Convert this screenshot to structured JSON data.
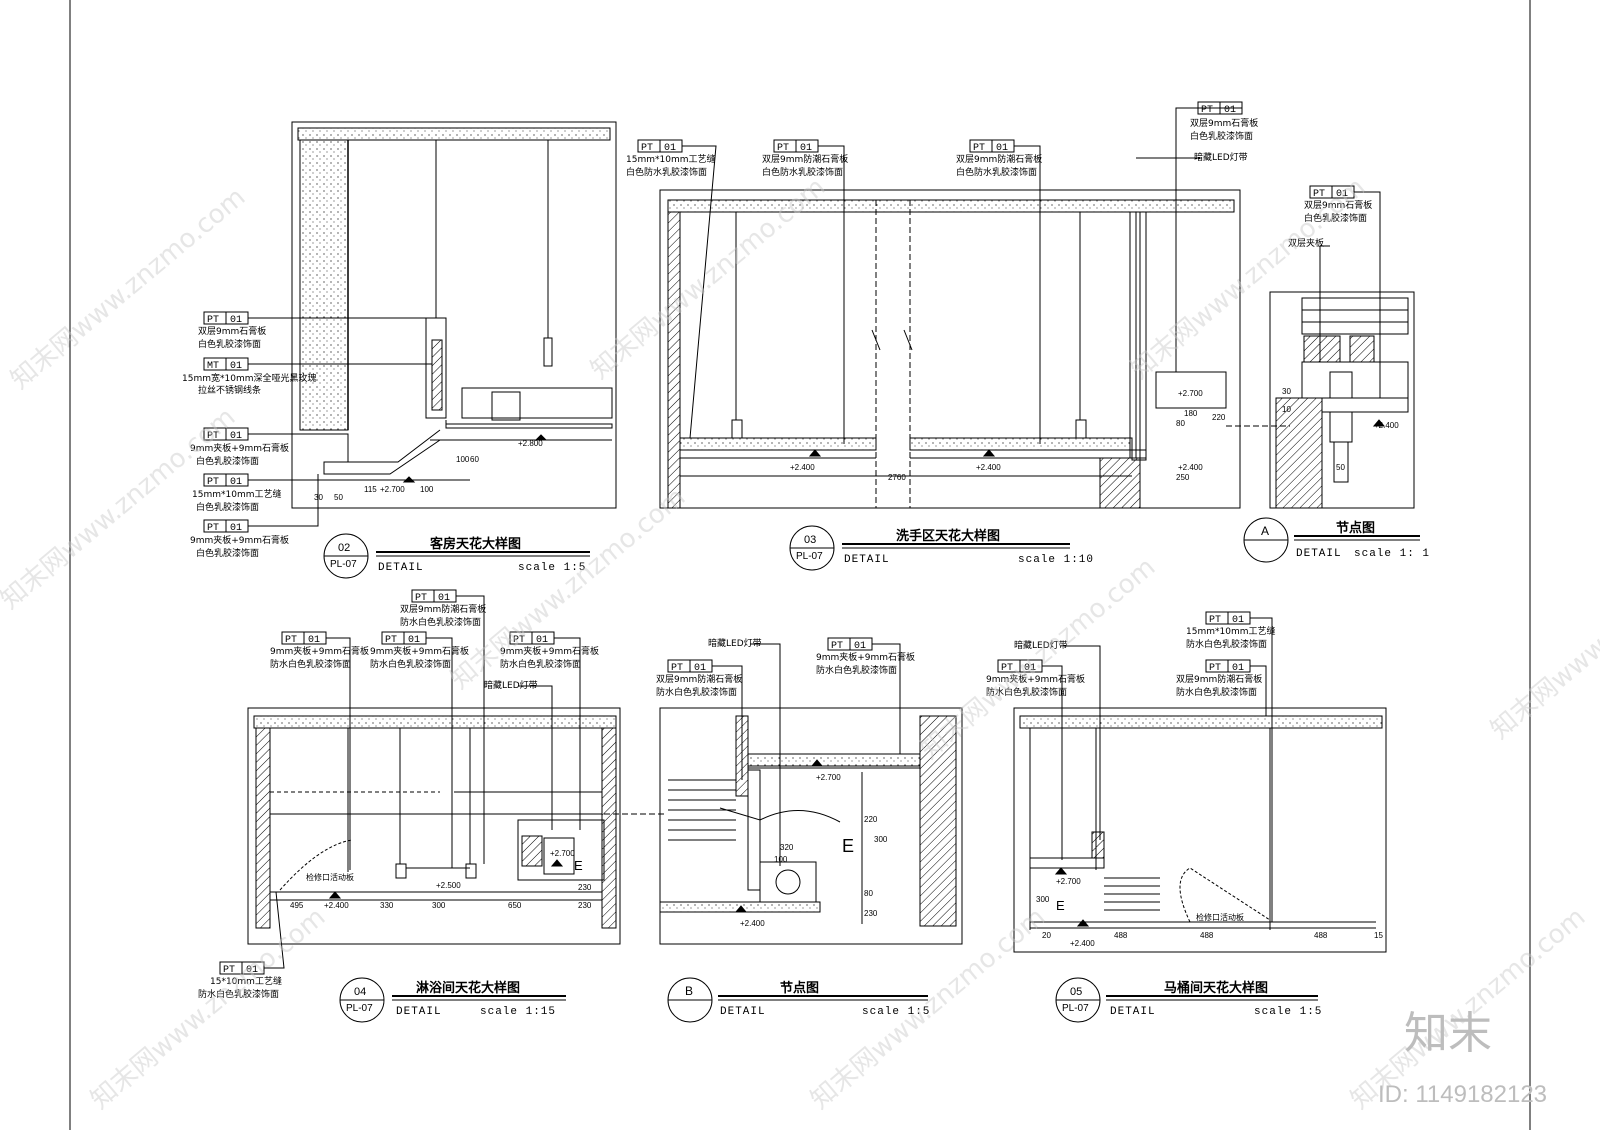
{
  "watermark": {
    "text": "知末网www.znzmo.com",
    "brand": "知末",
    "id": "ID: 1149182123"
  },
  "sheet": {
    "detail_word": "DETAIL",
    "pl": "PL-07"
  },
  "labels": {
    "pt": "PT",
    "mt": "MT",
    "no": "01",
    "double_gypsum": "双层9mm石膏板",
    "white_latex": "白色乳胶漆饰面",
    "mt_line1": "15mm宽*10mm深全哑光黑玫瑰",
    "mt_line2": "拉丝不锈钢线条",
    "ply_gypsum": "9mm夹板+9mm石膏板",
    "groove": "15mm*10mm工艺缝",
    "groove2": "15*10mm工艺缝",
    "moist_gypsum": "双层9mm防潮石膏板",
    "white_wp_latex": "白色防水乳胶漆饰面",
    "wp_white_latex": "防水白色乳胶漆饰面",
    "led": "暗藏LED灯带",
    "single_gypsum": "双层9mm石膏板",
    "double_ply": "双层夹板",
    "access": "检修口活动板"
  },
  "dims": {
    "d02": [
      "+2.800",
      "+2.700",
      "115",
      "100",
      "30",
      "50",
      "100",
      "60"
    ],
    "d03": [
      "+2.400",
      "+2.400",
      "2760",
      "+2.700",
      "+2.400",
      "180",
      "80",
      "250",
      "220"
    ],
    "dA": [
      "+2.400",
      "50",
      "30",
      "10"
    ],
    "d04": [
      "495",
      "+2.400",
      "330",
      "300",
      "650",
      "230",
      "+2.700",
      "+2.500",
      "230"
    ],
    "dB": [
      "+2.700",
      "+2.400",
      "220",
      "300",
      "320",
      "100",
      "80",
      "230"
    ],
    "d05": [
      "+2.700",
      "+2.400",
      "488",
      "488",
      "488",
      "15",
      "20",
      "300"
    ]
  },
  "details": [
    {
      "num": "02",
      "title": "客房天花大样图",
      "scale": "scale 1:5"
    },
    {
      "num": "03",
      "title": "洗手区天花大样图",
      "scale": "scale 1:10"
    },
    {
      "letter": "A",
      "title": "节点图",
      "scale": "scale 1: 1"
    },
    {
      "num": "04",
      "title": "淋浴间天花大样图",
      "scale": "scale 1:15"
    },
    {
      "letter": "B",
      "title": "节点图",
      "scale": "scale 1:5"
    },
    {
      "num": "05",
      "title": "马桶间天花大样图",
      "scale": "scale 1:5"
    }
  ],
  "marker": "E"
}
